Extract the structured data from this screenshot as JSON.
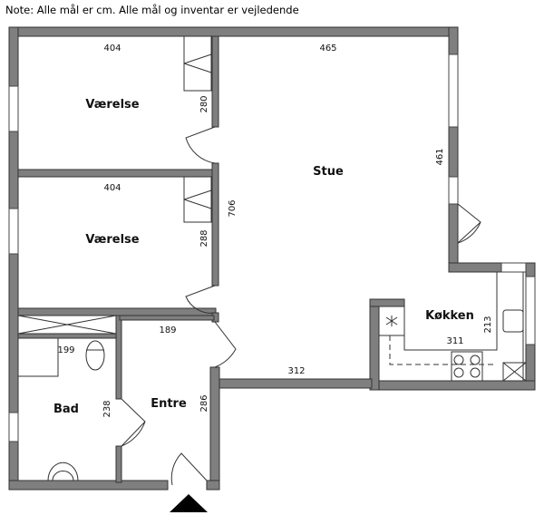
{
  "note": "Note: Alle mål er cm. Alle mål og inventar er vejledende",
  "rooms": {
    "vaerelse1": {
      "label": "Værelse",
      "width": "404",
      "depth": "280"
    },
    "vaerelse2": {
      "label": "Værelse",
      "width": "404",
      "depth": "288"
    },
    "stue": {
      "label": "Stue",
      "width": "465",
      "depth": "461",
      "depth_total": "706",
      "bottom": "312"
    },
    "kokken": {
      "label": "Køkken",
      "width": "311",
      "depth": "213"
    },
    "bad": {
      "label": "Bad",
      "width": "199",
      "depth": "238"
    },
    "entre": {
      "label": "Entre",
      "width": "189",
      "depth": "286"
    }
  },
  "colors": {
    "wall": "#7f7f7f",
    "outline": "#333333"
  }
}
